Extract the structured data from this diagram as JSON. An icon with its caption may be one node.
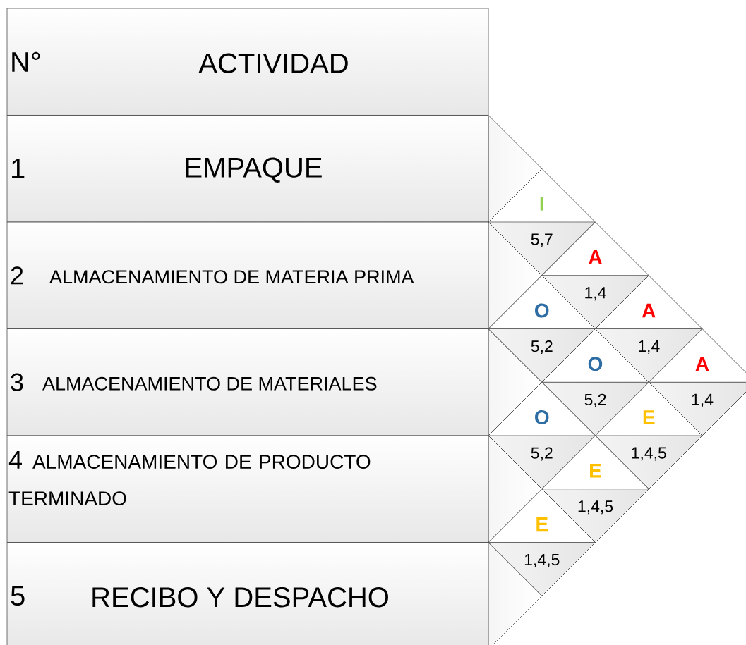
{
  "diagram": {
    "nodes": [
      {
        "text": [
          "N°",
          "ACTIVIDAD"
        ]
      },
      {
        "text": [
          "1",
          "EMPAQUE"
        ]
      },
      {
        "text": [
          "2",
          "ALMACENAMIENTO DE MATERIA PRIMA"
        ]
      },
      {
        "text": [
          "3",
          "ALMACENAMIENTO DE MATERIALES"
        ]
      },
      {
        "text": [
          "4",
          "ALMACENAMIENTO DE PRODUCTO TERMINADO"
        ]
      },
      {
        "text": [
          "5",
          "RECIBO Y DESPACHO"
        ]
      },
      {
        "text": [
          "I",
          "5,7"
        ]
      },
      {
        "text": [
          "A",
          "1,4"
        ]
      },
      {
        "text": [
          "O",
          "5,2"
        ]
      },
      {
        "text": [
          "A",
          "1,4"
        ]
      },
      {
        "text": [
          "O",
          "5,2"
        ]
      },
      {
        "text": [
          "O",
          "5,2"
        ]
      },
      {
        "text": [
          "A",
          "1,4"
        ]
      },
      {
        "text": [
          "E",
          "1,4,5"
        ]
      },
      {
        "text": [
          "E",
          "1,4,5"
        ]
      },
      {
        "text": [
          "E",
          "1,4,5"
        ]
      }
    ]
  }
}
